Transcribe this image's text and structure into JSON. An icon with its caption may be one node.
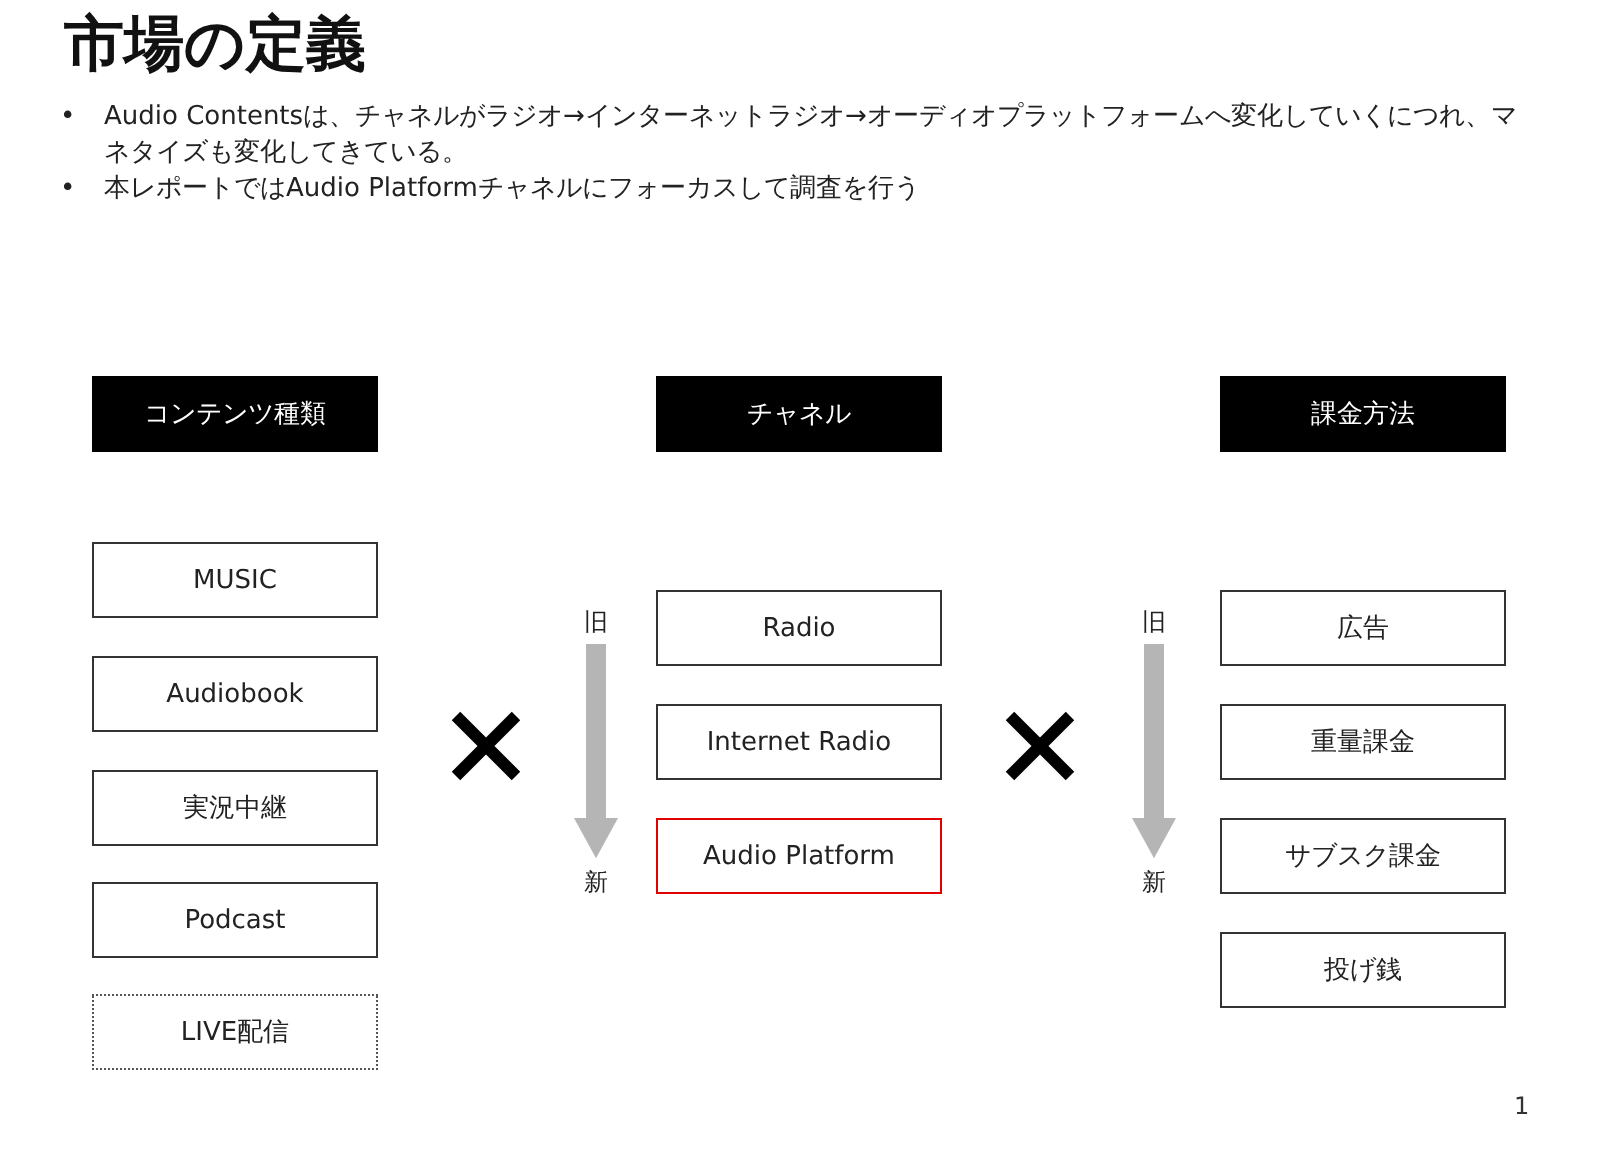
{
  "diagram": {
    "title": "市場の定義",
    "nodes": [
      {
        "text": [
          "コンテンツ種類"
        ]
      },
      {
        "text": [
          "チャネル"
        ]
      },
      {
        "text": [
          "課金方法"
        ]
      },
      {
        "text": [
          "MUSIC"
        ]
      },
      {
        "text": [
          "Audiobook"
        ]
      },
      {
        "text": [
          "実況中継"
        ]
      },
      {
        "text": [
          "Podcast"
        ]
      },
      {
        "text": [
          "LIVE配信"
        ]
      },
      {
        "text": [
          "Radio"
        ]
      },
      {
        "text": [
          "Internet Radio"
        ]
      },
      {
        "text": [
          "Audio Platform"
        ]
      },
      {
        "text": [
          "広告"
        ]
      },
      {
        "text": [
          "重量課金"
        ]
      },
      {
        "text": [
          "サブスク課金"
        ]
      },
      {
        "text": [
          "投げ銭"
        ]
      },
      {
        "text": [
          "旧"
        ]
      },
      {
        "text": [
          "新"
        ]
      },
      {
        "text": [
          "旧"
        ]
      },
      {
        "text": [
          "新"
        ]
      }
    ],
    "edges": [
      {
        "from": 15,
        "to": 16,
        "arrow": "to"
      },
      {
        "from": 17,
        "to": 18,
        "arrow": "to"
      }
    ],
    "labels": [
      "•",
      "Audio Contentsは、チャネルがラジオ→インターネットラジオ→オーディオプラットフォームへ変化していくにつれ、マネタイズも変化してきている。",
      "•",
      "本レポートではAudio Platformチャネルにフォーカスして調査を行う",
      "1"
    ]
  }
}
